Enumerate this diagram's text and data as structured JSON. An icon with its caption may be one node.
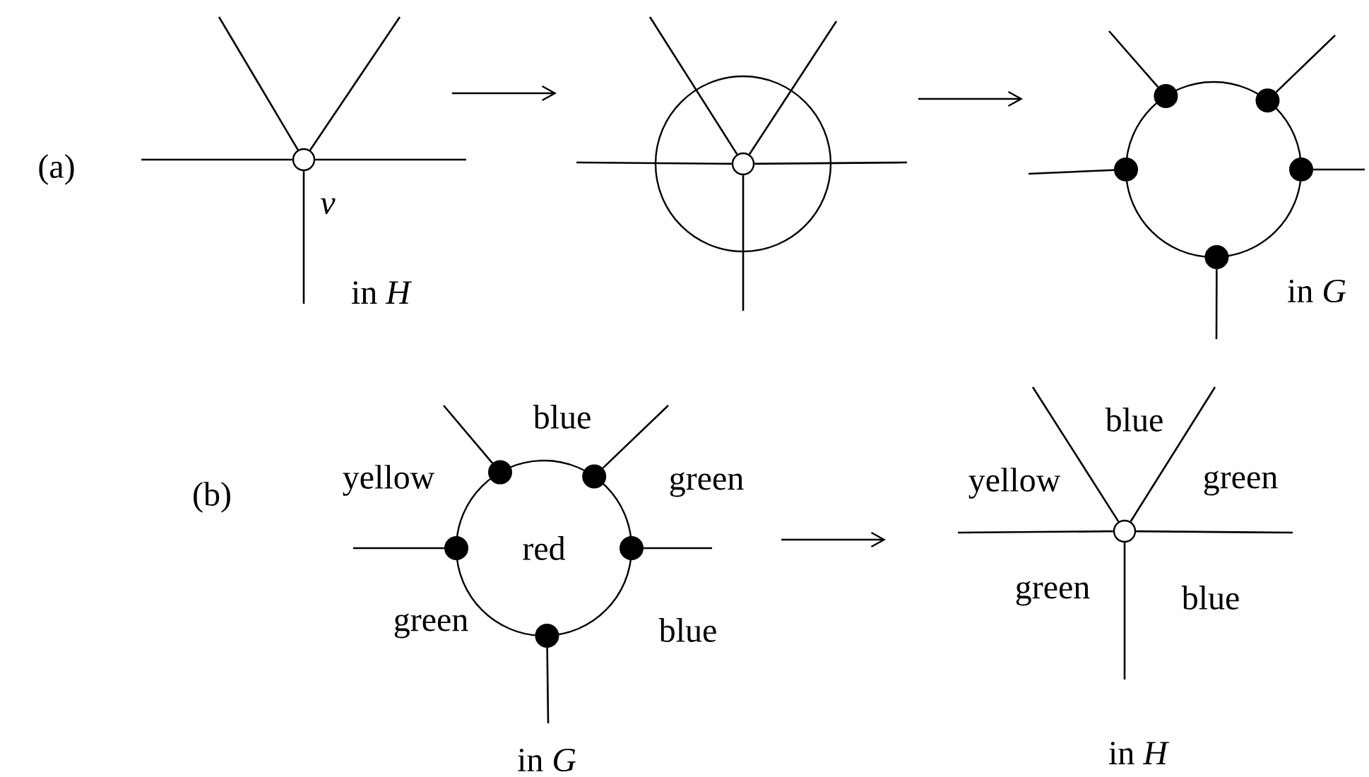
{
  "diagram": {
    "nodes": [
      {
        "text": [],
        "shape": "circle",
        "beside": [
          "v"
        ]
      },
      {
        "text": [],
        "shape": "circle"
      },
      {
        "text": [],
        "shape": "circle",
        "in": 1
      },
      {
        "text": [],
        "shape": "circle"
      },
      {
        "text": [],
        "shape": "dot"
      },
      {
        "text": [],
        "shape": "dot"
      },
      {
        "text": [],
        "shape": "dot"
      },
      {
        "text": [],
        "shape": "dot"
      },
      {
        "text": [],
        "shape": "dot"
      },
      {
        "text": [
          "red"
        ]
      },
      {
        "text": [],
        "shape": "dot"
      },
      {
        "text": [],
        "shape": "dot"
      },
      {
        "text": [],
        "shape": "dot"
      },
      {
        "text": [],
        "shape": "dot"
      },
      {
        "text": [],
        "shape": "dot"
      },
      {
        "text": [],
        "shape": "circle"
      }
    ],
    "edges": [
      {
        "from": 0,
        "to": null,
        "arrow": "none"
      },
      {
        "from": 0,
        "to": null,
        "arrow": "none"
      },
      {
        "from": 0,
        "to": null,
        "arrow": "none"
      },
      {
        "from": 0,
        "to": null,
        "arrow": "none"
      },
      {
        "from": 0,
        "to": null,
        "arrow": "none"
      },
      {
        "from": 2,
        "to": null,
        "arrow": "none"
      },
      {
        "from": 2,
        "to": null,
        "arrow": "none"
      },
      {
        "from": 2,
        "to": null,
        "arrow": "none"
      },
      {
        "from": 2,
        "to": null,
        "arrow": "none"
      },
      {
        "from": 2,
        "to": null,
        "arrow": "none"
      },
      {
        "from": 4,
        "to": null,
        "arrow": "none"
      },
      {
        "from": 5,
        "to": null,
        "arrow": "none"
      },
      {
        "from": 6,
        "to": null,
        "arrow": "none"
      },
      {
        "from": 7,
        "to": null,
        "arrow": "none"
      },
      {
        "from": 8,
        "to": null,
        "arrow": "none"
      },
      {
        "from": 10,
        "to": null,
        "arrow": "none"
      },
      {
        "from": 11,
        "to": null,
        "arrow": "none"
      },
      {
        "from": 12,
        "to": null,
        "arrow": "none"
      },
      {
        "from": 13,
        "to": null,
        "arrow": "none"
      },
      {
        "from": 14,
        "to": null,
        "arrow": "none"
      },
      {
        "from": 15,
        "to": null,
        "arrow": "none"
      },
      {
        "from": 15,
        "to": null,
        "arrow": "none"
      },
      {
        "from": 15,
        "to": null,
        "arrow": "none"
      },
      {
        "from": 15,
        "to": null,
        "arrow": "none"
      },
      {
        "from": 15,
        "to": null,
        "arrow": "none"
      }
    ],
    "labels": [
      "(a)",
      "in *H*",
      "in *G*",
      "blue",
      "blue",
      "(b)",
      "yellow",
      "green",
      "yellow",
      "green",
      "green",
      "blue",
      "green",
      "blue",
      "in *G*",
      "in *H*"
    ]
  }
}
